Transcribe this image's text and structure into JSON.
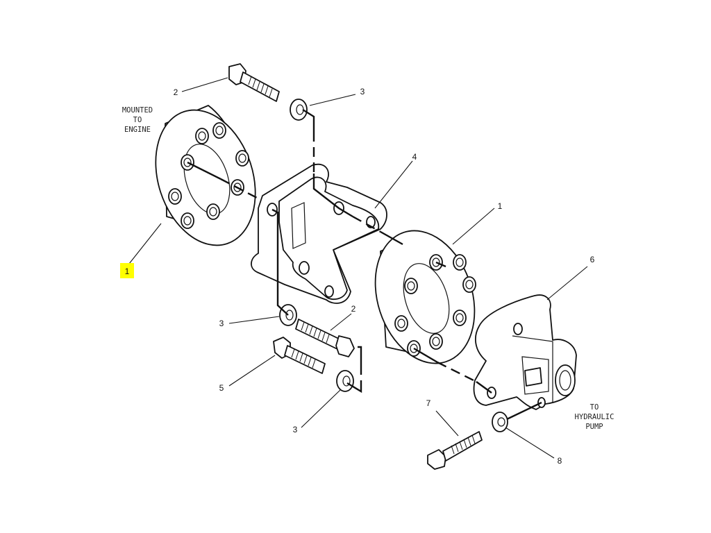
{
  "highlight_color": "#ffff00",
  "notes": {
    "engine": [
      "MOUNTED",
      "TO",
      "ENGINE"
    ],
    "pump": [
      "TO",
      "HYDRAULIC",
      "PUMP"
    ]
  },
  "callouts": {
    "c1_left": "1",
    "c1_right": "1",
    "c2_top": "2",
    "c2_mid": "2",
    "c3_top": "3",
    "c3_mid": "3",
    "c3_bot": "3",
    "c4": "4",
    "c5": "5",
    "c6": "6",
    "c7": "7",
    "c8": "8"
  }
}
